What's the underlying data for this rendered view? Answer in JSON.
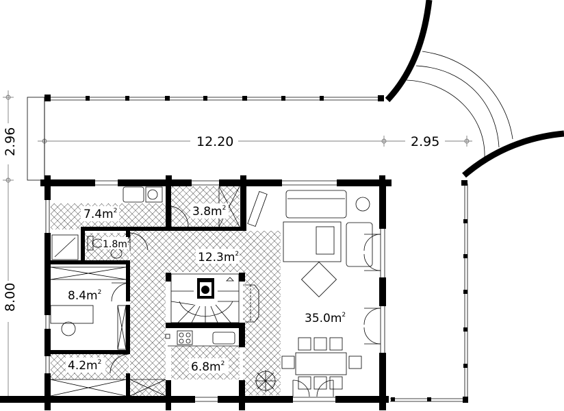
{
  "dimensions": {
    "top_width": "12.20",
    "top_extension": "2.95",
    "left_upper": "2.96",
    "left_lower": "8.00"
  },
  "rooms": [
    {
      "id": "bathroom",
      "area": "7.4m",
      "sup": "2"
    },
    {
      "id": "pantry",
      "area": "3.8m",
      "sup": "2"
    },
    {
      "id": "wc",
      "area": "1.8m",
      "sup": "2"
    },
    {
      "id": "hall",
      "area": "12.3m",
      "sup": "2"
    },
    {
      "id": "bedroom",
      "area": "8.4m",
      "sup": "2"
    },
    {
      "id": "living-room",
      "area": "35.0m",
      "sup": "2"
    },
    {
      "id": "storage",
      "area": "4.2m",
      "sup": "2"
    },
    {
      "id": "kitchen",
      "area": "6.8m",
      "sup": "2"
    }
  ],
  "colors": {
    "wall": "#000000",
    "line": "#000000",
    "hatch": "#000000",
    "background": "#ffffff"
  }
}
